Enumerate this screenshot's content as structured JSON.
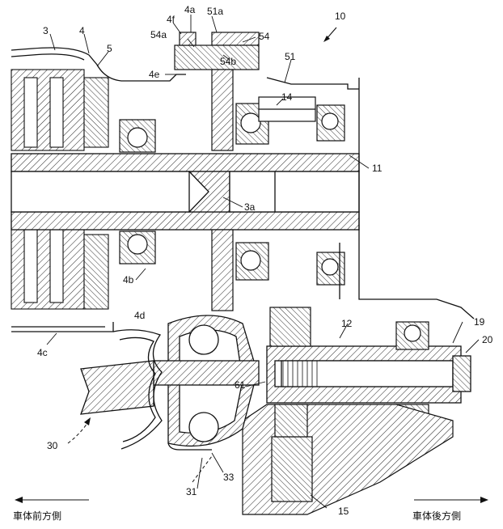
{
  "labels": {
    "l3": "3",
    "l4": "4",
    "l5": "5",
    "l4a": "4a",
    "l4f": "4f",
    "l51a": "51a",
    "l54a": "54a",
    "l54": "54",
    "l10": "10",
    "l54b": "54b",
    "l51": "51",
    "l4e": "4e",
    "l14": "14",
    "l11": "11",
    "l3a": "3a",
    "l4b": "4b",
    "l4d": "4d",
    "l4c": "4c",
    "l12": "12",
    "l19": "19",
    "l20": "20",
    "l61": "61",
    "l30": "30",
    "l31": "31",
    "l33": "33",
    "l15": "15"
  },
  "directions": {
    "front": "車体前方側",
    "rear": "車体後方側"
  }
}
